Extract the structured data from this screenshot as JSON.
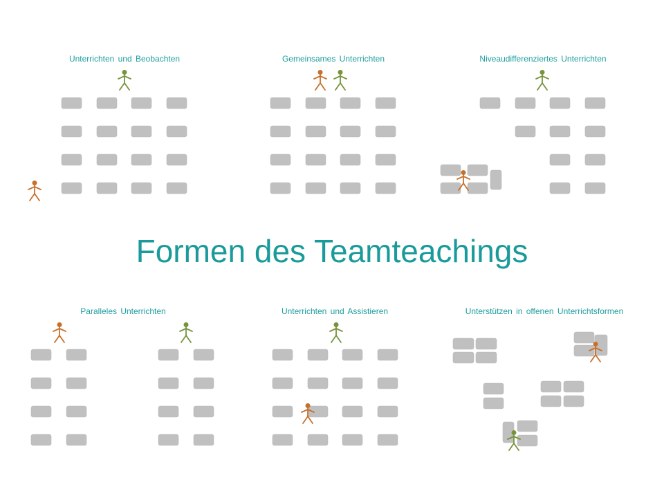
{
  "title": "Formen des Teamteachings",
  "panels": [
    {
      "label": "Unterrichten  und Beobachten"
    },
    {
      "label": "Gemeinsames Unterrichten"
    },
    {
      "label": "Niveaudifferenziertes Unterrichten"
    },
    {
      "label": "Paralleles Unterrichten"
    },
    {
      "label": "Unterrichten  und Assistieren"
    },
    {
      "label": "Unterstützen  in offenen Unterrichtsformen"
    }
  ],
  "colors": {
    "accent": "#1a9a9a",
    "desk": "#c0c0c0",
    "teacher_orange": "#c8702a",
    "teacher_green": "#77933c"
  }
}
